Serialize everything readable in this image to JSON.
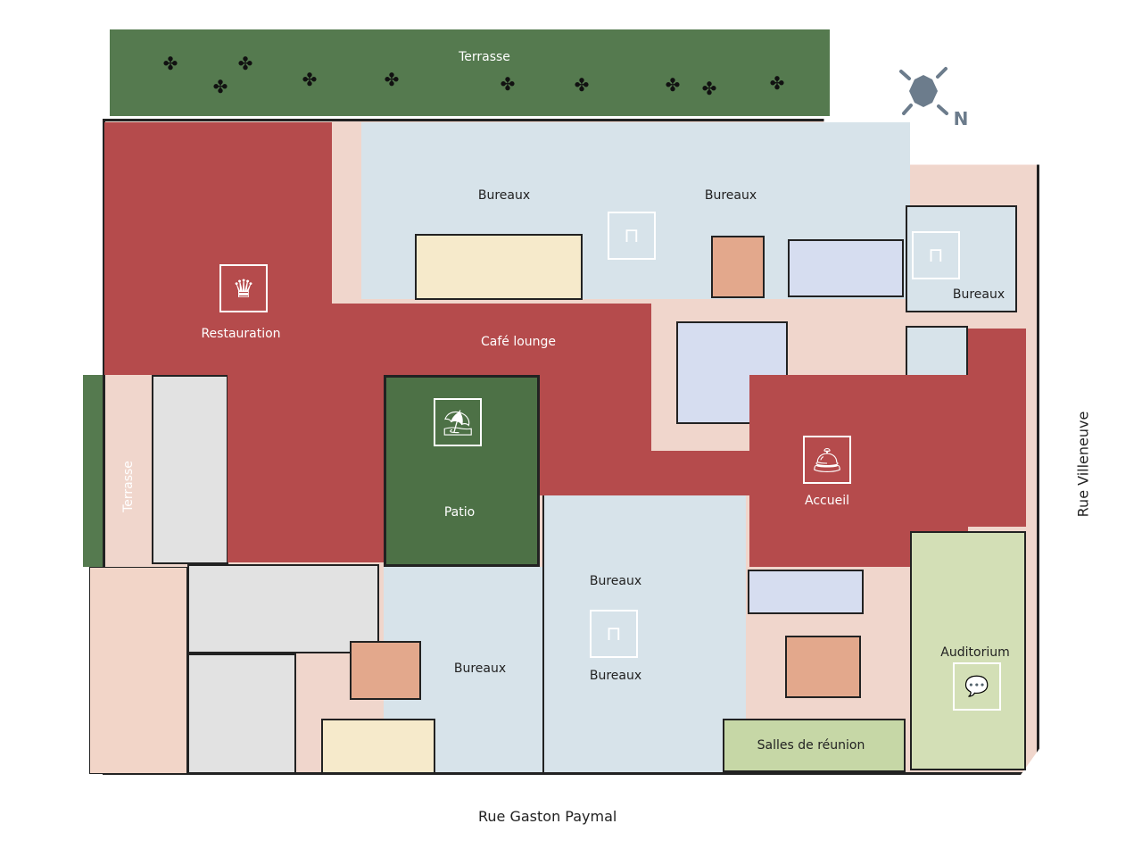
{
  "colors": {
    "terrace": "#557a4f",
    "restaurant": "#b54b4c",
    "office": "#d7e3ea",
    "corridor": "#f0d6cc",
    "patio": "#4d7146",
    "meeting": "#c6d7a6",
    "auditorium": "#d3dfb6",
    "service": "#e2e2e2",
    "beige": "#f6eacb",
    "compass": "#6c7c8c"
  },
  "zones": {
    "terrasse_top": "Terrasse",
    "terrasse_left": "Terrasse",
    "restauration": "Restauration",
    "cafe_lounge": "Café lounge",
    "patio": "Patio",
    "accueil": "Accueil",
    "bureaux_top_left": "Bureaux",
    "bureaux_top_right": "Bureaux",
    "bureaux_right": "Bureaux",
    "bureaux_center": "Bureaux",
    "bureaux_bottom_center": "Bureaux",
    "bureaux_bottom_left": "Bureaux",
    "auditorium": "Auditorium",
    "salles_reunion": "Salles de réunion"
  },
  "streets": {
    "south": "Rue Gaston Paymal",
    "east": "Rue Villeneuve"
  },
  "compass": {
    "label": "N",
    "icon": "compass-icon"
  },
  "icons": [
    "chef-hat-icon",
    "desk-icon",
    "umbrella-table-icon",
    "reception-bell-icon",
    "presentation-icon"
  ]
}
